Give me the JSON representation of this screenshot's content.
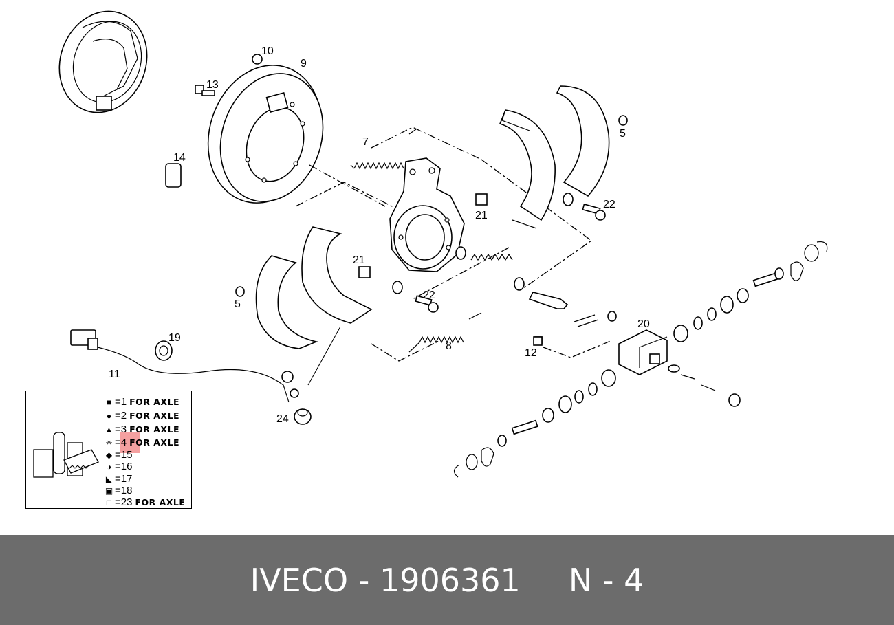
{
  "callouts": {
    "c10": "10",
    "c9": "9",
    "c13": "13",
    "c14": "14",
    "c7": "7",
    "c5a": "5",
    "c5b": "5",
    "c22a": "22",
    "c22b": "22",
    "c21a": "21",
    "c21b": "21",
    "c20": "20",
    "c12": "12",
    "c19": "19",
    "c11": "11",
    "c8": "8",
    "c24": "24"
  },
  "legend": {
    "rows": [
      {
        "symbol": "■",
        "eq": "=1",
        "axle": "FOR AXLE"
      },
      {
        "symbol": "●",
        "eq": "=2",
        "axle": "FOR AXLE"
      },
      {
        "symbol": "▲",
        "eq": "=3",
        "axle": "FOR AXLE"
      },
      {
        "symbol": "✳",
        "eq": "=4",
        "axle": "FOR AXLE"
      },
      {
        "symbol": "◆",
        "eq": "=15",
        "axle": ""
      },
      {
        "symbol": "◑",
        "eq": "=16",
        "axle": ""
      },
      {
        "symbol": "◣",
        "eq": "=17",
        "axle": ""
      },
      {
        "symbol": "▣",
        "eq": "=18",
        "axle": ""
      },
      {
        "symbol": "□",
        "eq": "=23",
        "axle": "FOR AXLE"
      }
    ],
    "highlight_color": "#f08080"
  },
  "footer": {
    "brand": "IVECO",
    "dash": "-",
    "part_number": "1906361",
    "ref": "N - 4"
  }
}
